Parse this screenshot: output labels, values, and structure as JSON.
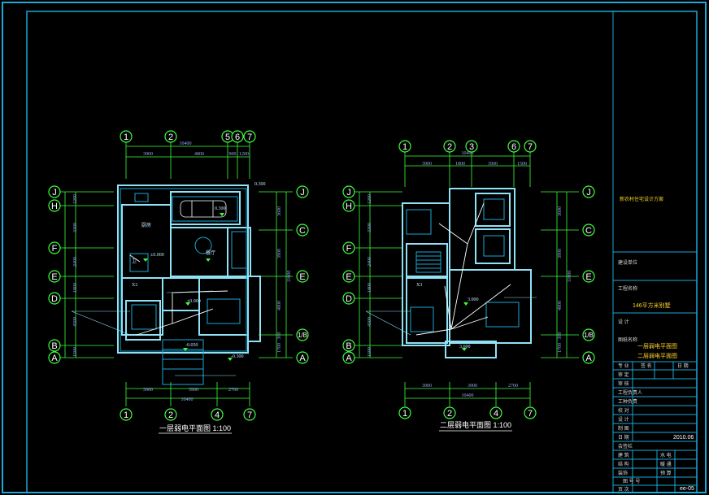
{
  "colors": {
    "border": "#19a9d8",
    "wall": "#8fe3f5",
    "dimension": "#3cff3c",
    "axis": "#3cff3c",
    "wire": "#ffffff",
    "title_text_yellow": "#ffd42a"
  },
  "floor1": {
    "caption": "一层弱电平面图 1:100",
    "top_axes": [
      "1",
      "2",
      "5",
      "6",
      "7"
    ],
    "bottom_axes": [
      "1",
      "2",
      "4",
      "7"
    ],
    "left_axes": [
      "J",
      "H",
      "F",
      "E",
      "D",
      "B",
      "A"
    ],
    "right_axes": [
      "J",
      "C",
      "E",
      "1/B",
      "A"
    ],
    "top_dims": [
      "10400",
      "3900",
      "4800",
      "900",
      "1200"
    ],
    "bottom_dims": [
      "3900",
      "3900",
      "2700",
      "10400"
    ],
    "left_dims": [
      "1200",
      "3300",
      "2400",
      "1800",
      "4500",
      "1500"
    ],
    "right_dims": [
      "3600",
      "3900",
      "11000",
      "4800",
      "300",
      "1700"
    ],
    "levels": [
      "0.300",
      "0.300",
      "±0.000",
      "±0.000",
      "-0.050",
      "-0.300"
    ]
  },
  "floor2": {
    "caption": "二层弱电平面图 1:100",
    "top_axes": [
      "1",
      "2",
      "3",
      "6",
      "7"
    ],
    "bottom_axes": [
      "1",
      "2",
      "4",
      "7"
    ],
    "left_axes": [
      "J",
      "H",
      "F",
      "E",
      "D",
      "B",
      "A"
    ],
    "right_axes": [
      "J",
      "C",
      "E",
      "1/B",
      "A"
    ],
    "top_dims": [
      "10400",
      "3900",
      "1800",
      "3900",
      "1500"
    ],
    "bottom_dims": [
      "3900",
      "3900",
      "2700",
      "10400"
    ],
    "left_dims": [
      "1200",
      "3300",
      "2400",
      "1800",
      "4500",
      "1500"
    ],
    "right_dims": [
      "3600",
      "3900",
      "11000",
      "4800",
      "300",
      "1700"
    ],
    "levels": [
      "3.000",
      "3.600"
    ]
  },
  "title_block": {
    "project_unit": "新农村住宅设计方案",
    "drawing_title_label": "工程名称",
    "project_name": "146平方米别墅",
    "drawing_label": "图纸名称",
    "drawing_names": [
      "一层弱电平面图",
      "二层弱电平面图"
    ],
    "date": "2010.06",
    "sheet_no": "ee-05"
  }
}
